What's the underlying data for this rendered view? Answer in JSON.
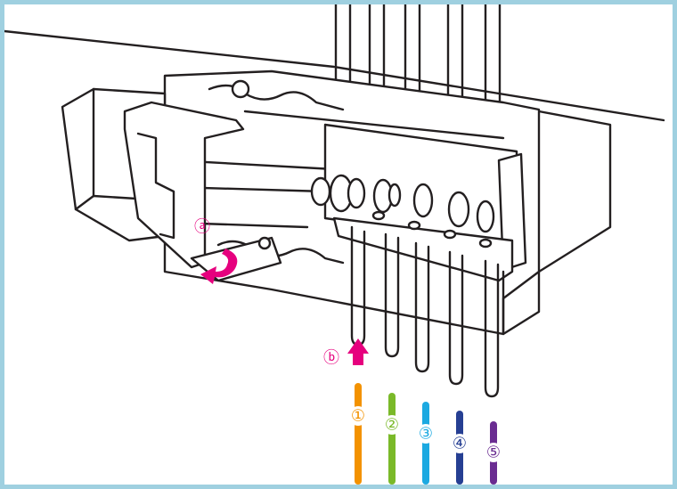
{
  "colors": {
    "frame": "#9fd0e0",
    "accent": "#e6007e",
    "tube1": "#f39200",
    "tube2": "#7ab929",
    "tube3": "#1ca9e1",
    "tube4": "#263f93",
    "tube5": "#6a2c91"
  },
  "labels": {
    "a": "ⓐ",
    "b": "ⓑ"
  },
  "tubes": [
    {
      "label": "①",
      "color": "#f39200"
    },
    {
      "label": "②",
      "color": "#7ab929"
    },
    {
      "label": "③",
      "color": "#1ca9e1"
    },
    {
      "label": "④",
      "color": "#263f93"
    },
    {
      "label": "⑤",
      "color": "#6a2c91"
    }
  ],
  "icons": {
    "rotate": "curved-arrow-icon",
    "push": "up-arrow-icon"
  }
}
